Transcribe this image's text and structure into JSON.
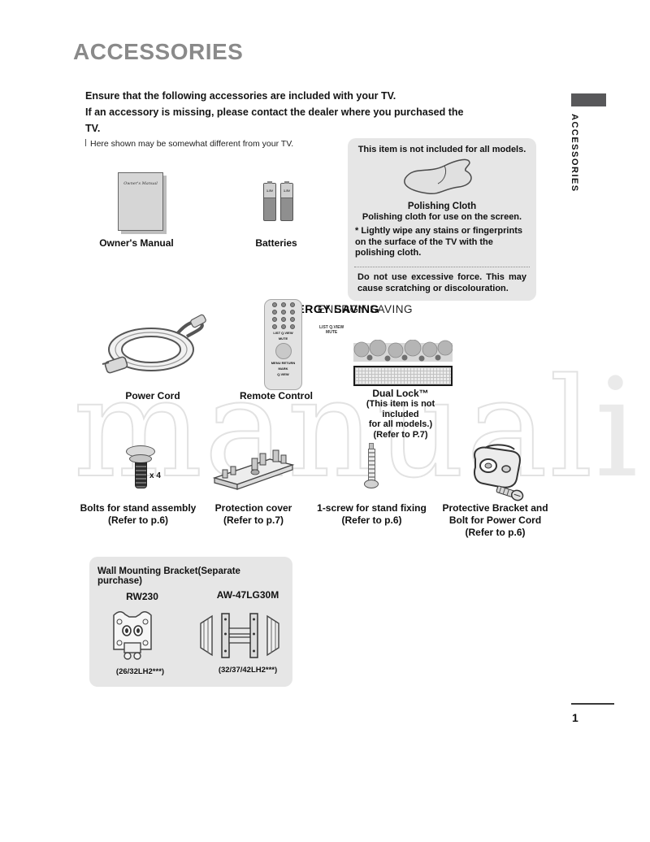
{
  "page": {
    "title": "ACCESSORIES",
    "side_tab_label": "ACCESSORIES",
    "page_number": "1",
    "watermark_main": "manual",
    "watermark_last": "i"
  },
  "intro": {
    "line1": "Ensure that the following accessories are included with your TV.",
    "line2": "If an accessory is missing, please contact the dealer where you purchased the TV.",
    "note": "Here shown may be somewhat different from your TV."
  },
  "polish_box": {
    "heading": "This item is not included for all models.",
    "item_name": "Polishing Cloth",
    "item_desc": "Polishing cloth for use on the screen.",
    "tip": "* Lightly wipe any stains or fingerprints on the surface of the TV with the polishing cloth.",
    "warning": "Do not use excessive force. This may cause scratching or discolouration."
  },
  "row1": {
    "book_cover_text": "Owner's Manual",
    "owners_manual_label": "Owner's Manual",
    "battery_voltage": "1.5V",
    "batteries_label": "Batteries"
  },
  "energy_overlay": {
    "bold_text": "ENERGY SAVING",
    "light_text": "ENERGY SAVING",
    "float_line1": "LIST  Q.VIEW",
    "float_line2": "MUTE"
  },
  "remote": {
    "label": "Remote Control",
    "list_qview": "LIST Q.VIEW",
    "mute": "MUTE",
    "menu_return": "MENU RETURN",
    "mark": "MARK",
    "qview": "Q.VIEW"
  },
  "row2": {
    "power_cord_label": "Power Cord",
    "dual_lock_name": "Dual Lock™",
    "dual_lock_note1": "(This item is not included",
    "dual_lock_note2": "for all models.)",
    "dual_lock_note3": "(Refer to P.7)"
  },
  "row3": {
    "bolts_count": "x 4",
    "bolts_line1": "Bolts for stand assembly",
    "bolts_line2": "(Refer to p.6)",
    "cover_line1": "Protection cover",
    "cover_line2": "(Refer to p.7)",
    "screw_line1": "1-screw for stand fixing",
    "screw_line2": "(Refer to p.6)",
    "bracket_line1": "Protective Bracket and",
    "bracket_line2": "Bolt for Power Cord",
    "bracket_line3": "(Refer to p.6)"
  },
  "wall_box": {
    "heading": "Wall Mounting Bracket(Separate purchase)",
    "left_model": "RW230",
    "left_note": "(26/32LH2***)",
    "right_model": "AW-47LG30M",
    "right_note": "(32/37/42LH2***)"
  },
  "colors": {
    "title_gray": "#8a8a8a",
    "box_bg": "#e6e6e6",
    "tab_dark": "#58585a",
    "text": "#101010",
    "watermark": "#e2e2e2"
  }
}
